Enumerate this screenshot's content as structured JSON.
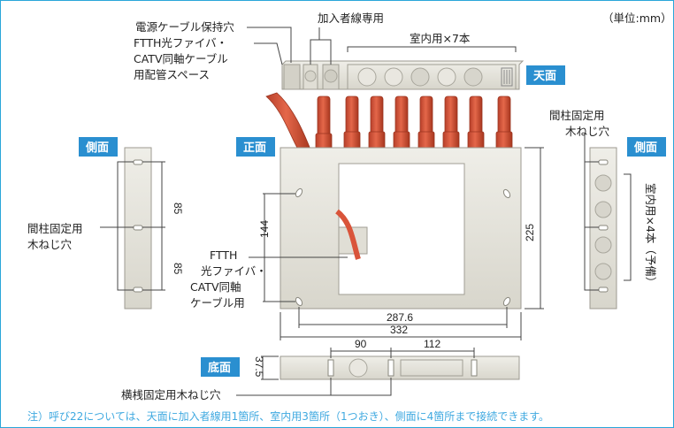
{
  "unit_label": "（単位:mm）",
  "views": {
    "top": "天面",
    "front": "正面",
    "side_left": "側面",
    "side_right": "側面",
    "bottom": "底面"
  },
  "callouts": {
    "power_cable_hole": "電源ケーブル保持穴",
    "subscriber_only": "加入者線専用",
    "indoor_x7": "室内用×7本",
    "ftth_space_line1": "FTTH光ファイバ・",
    "ftth_space_line2": "CATV同軸ケーブル",
    "ftth_space_line3": "用配管スペース",
    "post_screw_left_line1": "間柱固定用",
    "post_screw_left_line2": "木ねじ穴",
    "post_screw_right_line1": "間柱固定用",
    "post_screw_right_line2": "木ねじ穴",
    "indoor_x4_spare": "室内用×4本（予備）",
    "ftth_front_line1": "FTTH",
    "ftth_front_line2": "光ファイバ・",
    "ftth_front_line3": "CATV同軸",
    "ftth_front_line4": "ケーブル用",
    "crossbar_screw": "横桟固定用木ねじ穴"
  },
  "dimensions": {
    "side_upper": "85",
    "side_lower": "85",
    "front_hole_span": "144",
    "front_height": "225",
    "front_hole_width": "287.6",
    "front_width": "332",
    "bottom_left": "90",
    "bottom_right": "112",
    "bottom_depth": "37.5"
  },
  "footnote": "注）呼び22については、天面に加入者線用1箇所、室内用3箇所（1つおき）、側面に4箇所まで接続できます。",
  "colors": {
    "badge": "#2a8fd0",
    "plate": "#e6e4dc",
    "conduit": "#d9543a",
    "note": "#3fa9e0",
    "frame": "#2aa6d9"
  }
}
